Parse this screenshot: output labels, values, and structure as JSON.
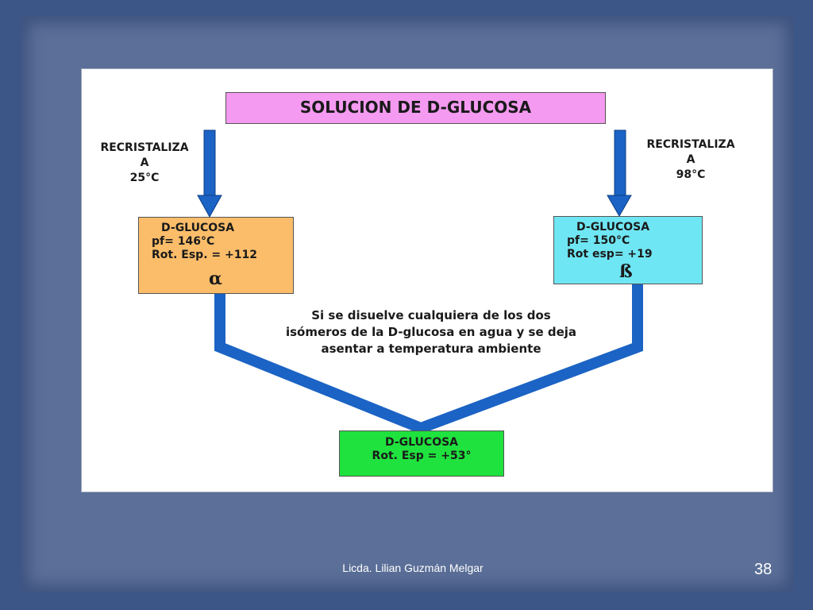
{
  "diagram": {
    "title": "SOLUCION DE D-GLUCOSA",
    "left_condition": [
      "RECRISTALIZA",
      "A",
      "25°C"
    ],
    "right_condition": [
      "RECRISTALIZA",
      "A",
      "98°C"
    ],
    "alpha_box": {
      "lines": [
        "D-GLUCOSA",
        "pf= 146°C",
        "Rot. Esp. = +112"
      ],
      "symbol": "α"
    },
    "beta_box": {
      "lines": [
        "D-GLUCOSA",
        "pf= 150°C",
        "Rot esp= +19"
      ],
      "symbol": "ß"
    },
    "center_text": [
      "Si se disuelve cualquiera de los",
      "dos isómeros de la D-glucosa en",
      "agua  y se deja asentar a",
      "temperatura ambiente"
    ],
    "result_box": [
      "D-GLUCOSA",
      "Rot. Esp = +53°"
    ]
  },
  "footer": {
    "author": "Licda. Lilian Guzmán Melgar",
    "page_number": "38"
  },
  "colors": {
    "title_box": "#f59af1",
    "alpha_box": "#fbbd6a",
    "beta_box": "#6fe6f3",
    "result_box": "#1fe23e",
    "arrows": "#1b63c4"
  }
}
